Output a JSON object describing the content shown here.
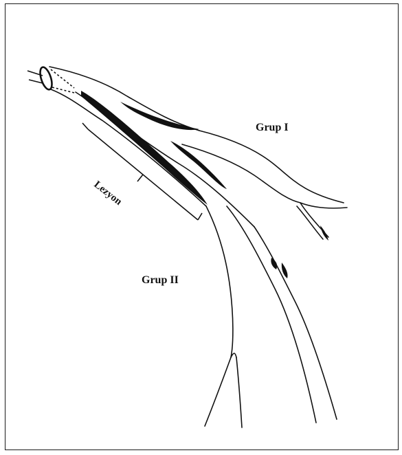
{
  "labels": {
    "group_one": "Grup I",
    "group_two": "Grup II",
    "lesion": "Lezyon"
  },
  "colors": {
    "ink": "#111111",
    "background": "#ffffff"
  }
}
